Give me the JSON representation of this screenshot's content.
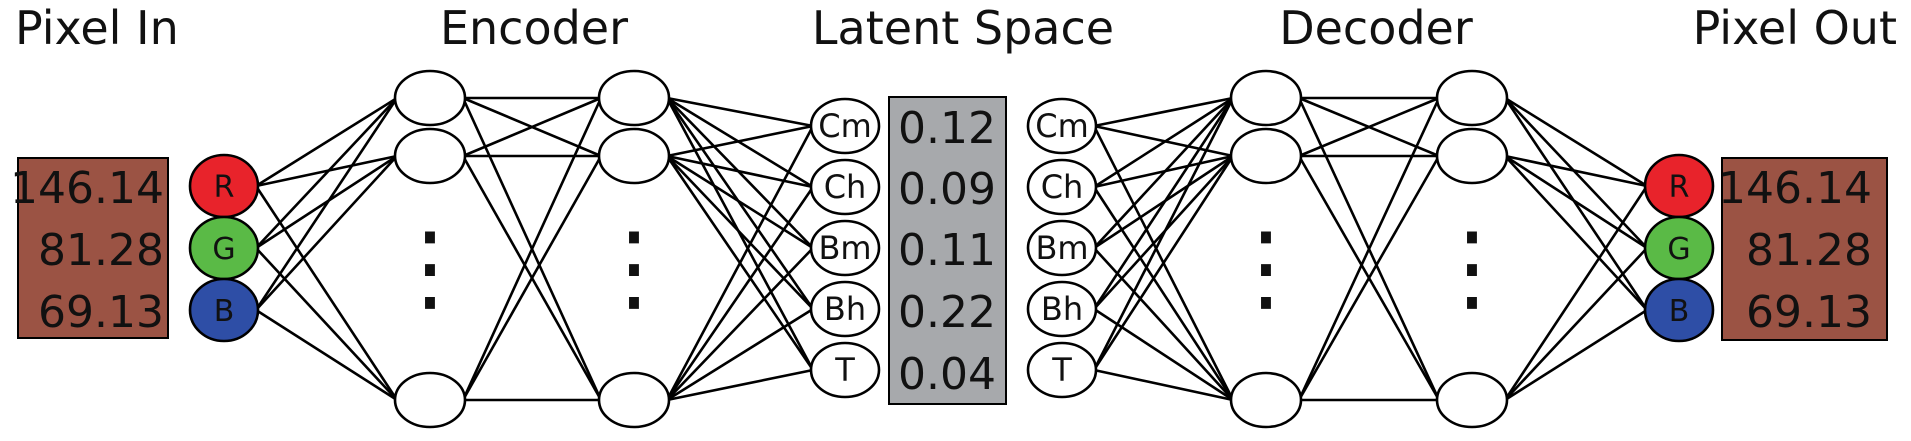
{
  "titles": {
    "pixel_in": "Pixel In",
    "encoder": "Encoder",
    "latent": "Latent Space",
    "decoder": "Decoder",
    "pixel_out": "Pixel Out"
  },
  "pixel_in_values": [
    "146.14",
    "81.28",
    "69.13"
  ],
  "pixel_out_values": [
    "146.14",
    "81.28",
    "69.13"
  ],
  "rgb_nodes": [
    {
      "label": "R",
      "color": "#e8232b"
    },
    {
      "label": "G",
      "color": "#5aba46"
    },
    {
      "label": "B",
      "color": "#2e4ea6"
    }
  ],
  "latent_nodes": [
    "Cm",
    "Ch",
    "Bm",
    "Bh",
    "T"
  ],
  "latent_values": [
    "0.12",
    "0.09",
    "0.11",
    "0.22",
    "0.04"
  ],
  "ellipsis": "⋮",
  "colors": {
    "pixel_box": "#9b5344",
    "latent_box": "#a7a9ac"
  }
}
